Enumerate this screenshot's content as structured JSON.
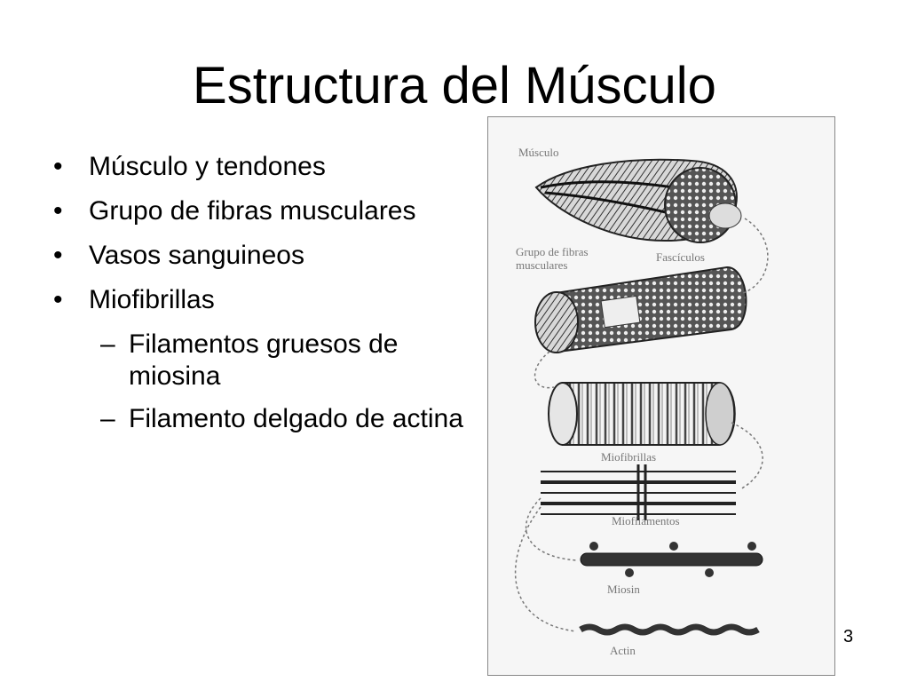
{
  "slide": {
    "title": "Estructura del Músculo",
    "page_number": "3",
    "bullets": [
      "Músculo y tendones",
      "Grupo de fibras musculares",
      "Vasos sanguineos",
      "Miofibrillas"
    ],
    "sub_bullets": [
      "Filamentos gruesos de miosina",
      "Filamento delgado de actina"
    ],
    "bullet_marks": {
      "level1": "•",
      "level2": "–"
    }
  },
  "figure": {
    "labels": {
      "musculo": "Músculo",
      "grupo_1": "Grupo de fibras",
      "grupo_2": "musculares",
      "fasciculos": "Fascículos",
      "miofibrillas": "Miofibrillas",
      "miofilamentos": "Miofilamentos",
      "miosin": "Miosin",
      "actin": "Actin"
    }
  }
}
